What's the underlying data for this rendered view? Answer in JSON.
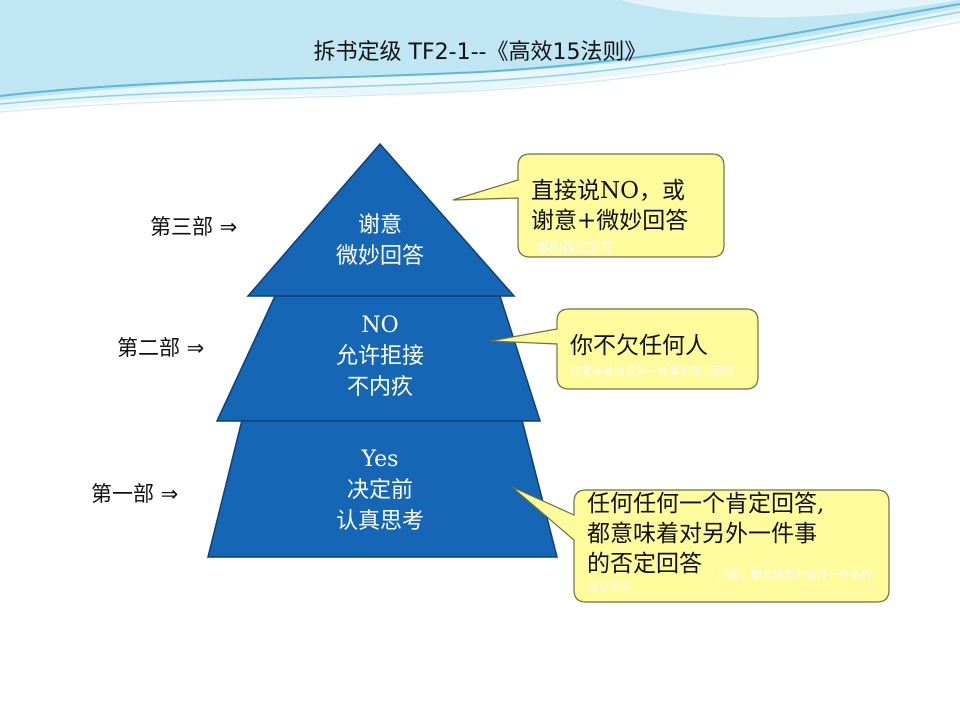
{
  "title": "拆书定级 TF2-1--《高效15法则》",
  "levels": [
    {
      "label": "第三部 ⇒"
    },
    {
      "label": "第二部 ⇒"
    },
    {
      "label": "第一部 ⇒"
    }
  ],
  "tiers": {
    "top": {
      "lines": [
        "谢意",
        "微妙回答"
      ]
    },
    "middle": {
      "lines": [
        "NO",
        "允许拒接",
        "不内疚"
      ]
    },
    "bottom": {
      "lines": [
        "Yes",
        "决定前",
        "认真思考"
      ]
    }
  },
  "callouts": [
    {
      "lines": [
        "直接说NO，或",
        "谢意+微妙回答"
      ],
      "ghost": "事的否定回答"
    },
    {
      "lines": [
        "你不欠任何人"
      ],
      "ghost": "都意味着对另外一件事的否定回答"
    },
    {
      "lines": [
        "任何任何一个肯定回答,",
        "都意味着对另外一件事",
        "的否定回答"
      ],
      "ghost": "回答，都意味着对另外一件事的否定回答"
    }
  ],
  "colors": {
    "pyramid": "#1566b5",
    "pyramid_stroke": "#0d3f78",
    "callout_fill": "#fdfb9c",
    "callout_stroke": "#6f6f3f",
    "wave": "#5bb8d8"
  }
}
